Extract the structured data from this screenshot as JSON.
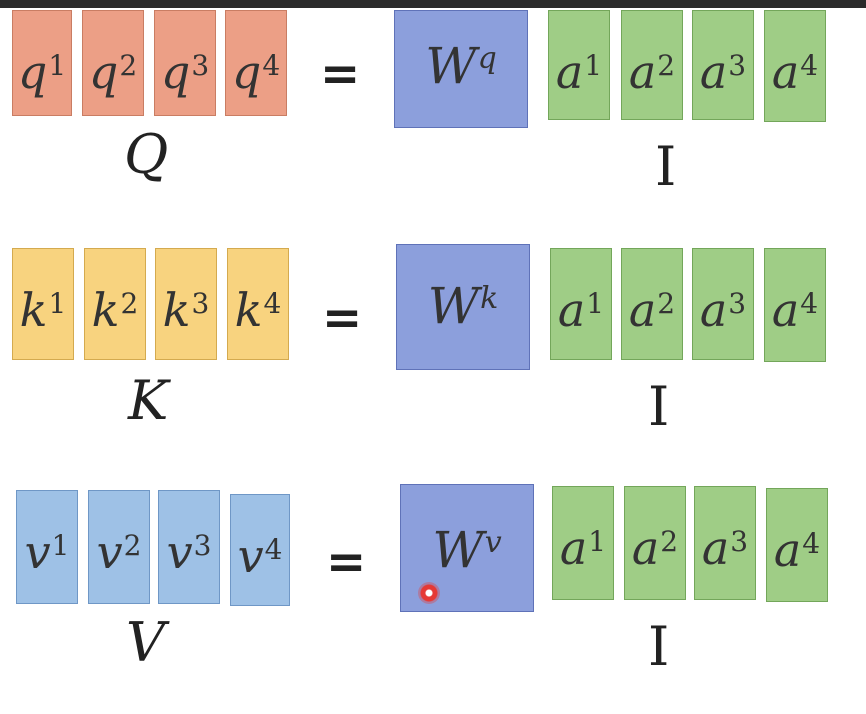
{
  "colors": {
    "query": "#ec9f86",
    "key": "#f8d37f",
    "value": "#9ec1e6",
    "input": "#9fcd86",
    "weight": "#8c9fdc"
  },
  "rows": [
    {
      "vectors": [
        {
          "base": "q",
          "sup": "1"
        },
        {
          "base": "q",
          "sup": "2"
        },
        {
          "base": "q",
          "sup": "3"
        },
        {
          "base": "q",
          "sup": "4"
        }
      ],
      "matrix_label": "Q",
      "equals": "=",
      "weight": {
        "base": "W",
        "sup": "q"
      },
      "inputs": [
        {
          "base": "a",
          "sup": "1"
        },
        {
          "base": "a",
          "sup": "2"
        },
        {
          "base": "a",
          "sup": "3"
        },
        {
          "base": "a",
          "sup": "4"
        }
      ],
      "input_label": "I"
    },
    {
      "vectors": [
        {
          "base": "k",
          "sup": "1"
        },
        {
          "base": "k",
          "sup": "2"
        },
        {
          "base": "k",
          "sup": "3"
        },
        {
          "base": "k",
          "sup": "4"
        }
      ],
      "matrix_label": "K",
      "equals": "=",
      "weight": {
        "base": "W",
        "sup": "k"
      },
      "inputs": [
        {
          "base": "a",
          "sup": "1"
        },
        {
          "base": "a",
          "sup": "2"
        },
        {
          "base": "a",
          "sup": "3"
        },
        {
          "base": "a",
          "sup": "4"
        }
      ],
      "input_label": "I"
    },
    {
      "vectors": [
        {
          "base": "v",
          "sup": "1"
        },
        {
          "base": "v",
          "sup": "2"
        },
        {
          "base": "v",
          "sup": "3"
        },
        {
          "base": "v",
          "sup": "4"
        }
      ],
      "matrix_label": "V",
      "equals": "=",
      "weight": {
        "base": "W",
        "sup": "v"
      },
      "inputs": [
        {
          "base": "a",
          "sup": "1"
        },
        {
          "base": "a",
          "sup": "2"
        },
        {
          "base": "a",
          "sup": "3"
        },
        {
          "base": "a",
          "sup": "4"
        }
      ],
      "input_label": "I"
    }
  ]
}
